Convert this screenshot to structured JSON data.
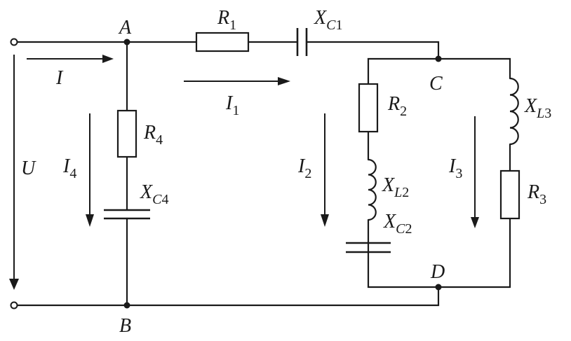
{
  "nodes": {
    "A": "A",
    "B": "B",
    "C": "C",
    "D": "D"
  },
  "voltage": {
    "symbol": "U"
  },
  "currents": {
    "I": {
      "base": "I",
      "sub": ""
    },
    "I1": {
      "base": "I",
      "sub": "1"
    },
    "I2": {
      "base": "I",
      "sub": "2"
    },
    "I3": {
      "base": "I",
      "sub": "3"
    },
    "I4": {
      "base": "I",
      "sub": "4"
    }
  },
  "components": {
    "R1": {
      "base": "R",
      "sub_i": "",
      "sub": "1"
    },
    "XC1": {
      "base": "X",
      "sub_i": "C",
      "sub": "1"
    },
    "R2": {
      "base": "R",
      "sub_i": "",
      "sub": "2"
    },
    "XL2": {
      "base": "X",
      "sub_i": "L",
      "sub": "2"
    },
    "XC2": {
      "base": "X",
      "sub_i": "C",
      "sub": "2"
    },
    "XL3": {
      "base": "X",
      "sub_i": "L",
      "sub": "3"
    },
    "R3": {
      "base": "R",
      "sub_i": "",
      "sub": "3"
    },
    "R4": {
      "base": "R",
      "sub_i": "",
      "sub": "4"
    },
    "XC4": {
      "base": "X",
      "sub_i": "C",
      "sub": "4"
    }
  }
}
